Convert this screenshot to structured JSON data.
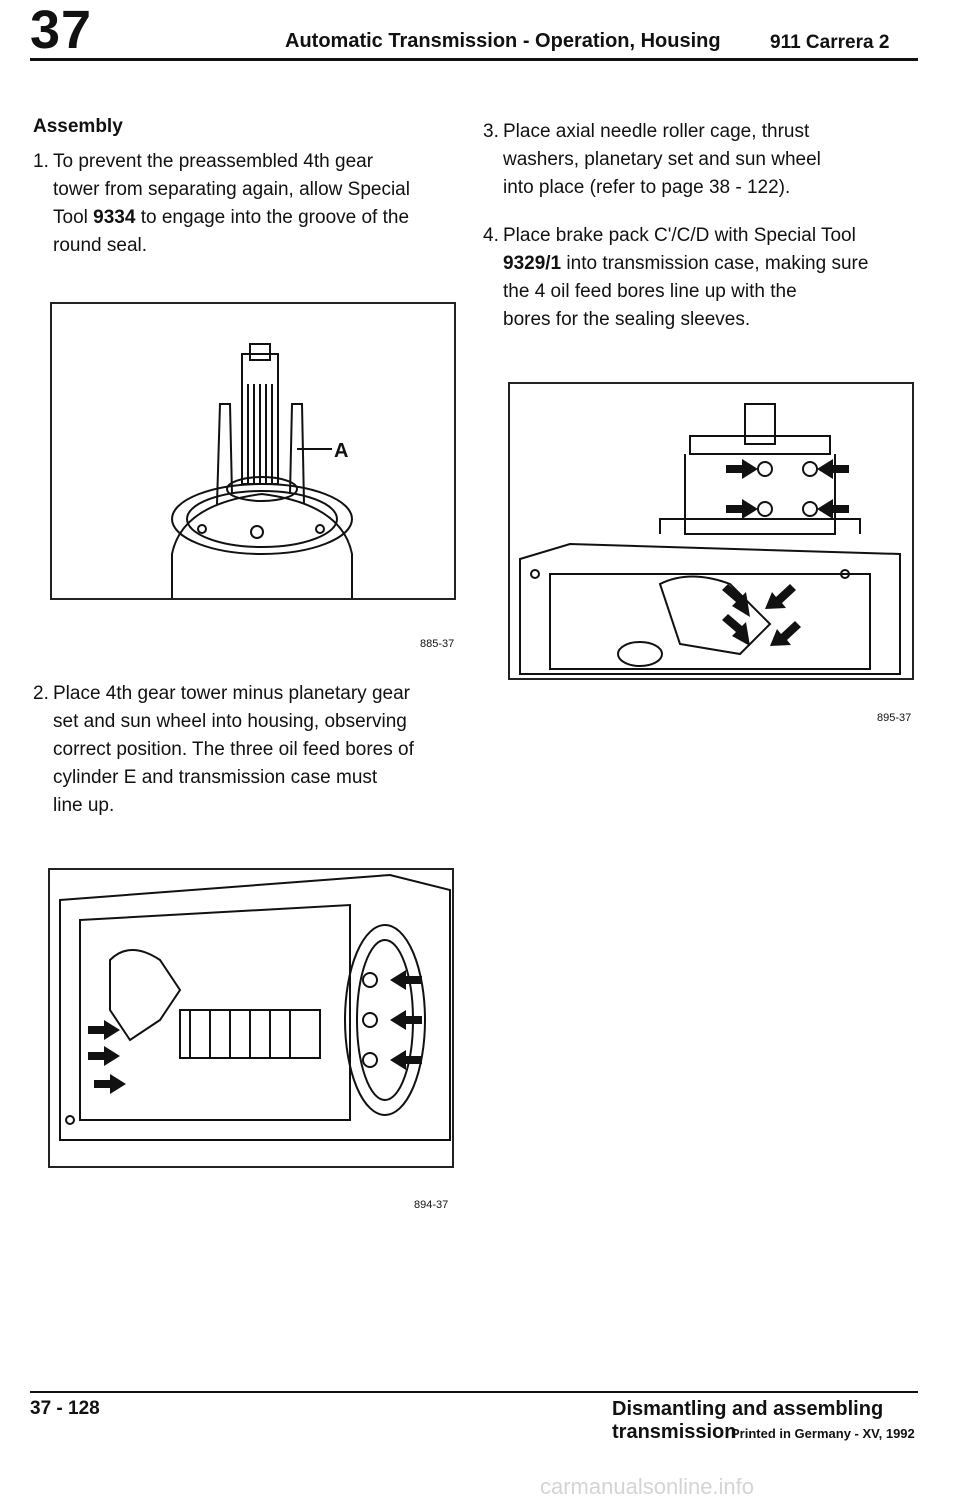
{
  "header": {
    "chapter": "37",
    "title": "Automatic Transmission - Operation, Housing",
    "model": "911 Carrera 2"
  },
  "left": {
    "section_title": "Assembly",
    "step1": {
      "number": "1.",
      "lines": [
        "To prevent the preassembled 4th gear",
        "tower from separating again, allow Special",
        "Tool ",
        "9334",
        " to engage into the groove of the",
        "round seal."
      ]
    },
    "figure1": {
      "caption": "885-37",
      "label_a": "A"
    },
    "step2": {
      "number": "2.",
      "lines": [
        "Place 4th gear tower minus planetary gear",
        "set and sun wheel into housing, observing",
        "correct position. The three oil feed bores of",
        "cylinder E and transmission case must",
        "line up."
      ]
    },
    "figure2": {
      "caption": "894-37"
    }
  },
  "right": {
    "step3": {
      "number": "3.",
      "lines": [
        "Place axial needle roller cage, thrust",
        "washers, planetary set and sun wheel",
        "into place (refer to page 38 -  122)."
      ]
    },
    "step4": {
      "number": "4.",
      "lines": [
        "Place brake pack C'/C/D with Special Tool",
        "9329/1",
        " into transmission case, making sure",
        "the 4 oil feed bores line up with the",
        "bores for the sealing sleeves."
      ]
    },
    "figure3": {
      "caption": "895-37"
    }
  },
  "footer": {
    "page_number": "37 - 128",
    "section": "Dismantling and assembling transmission",
    "printed": "Printed in Germany - XV, 1992"
  },
  "watermark": "carmanualsonline.info"
}
